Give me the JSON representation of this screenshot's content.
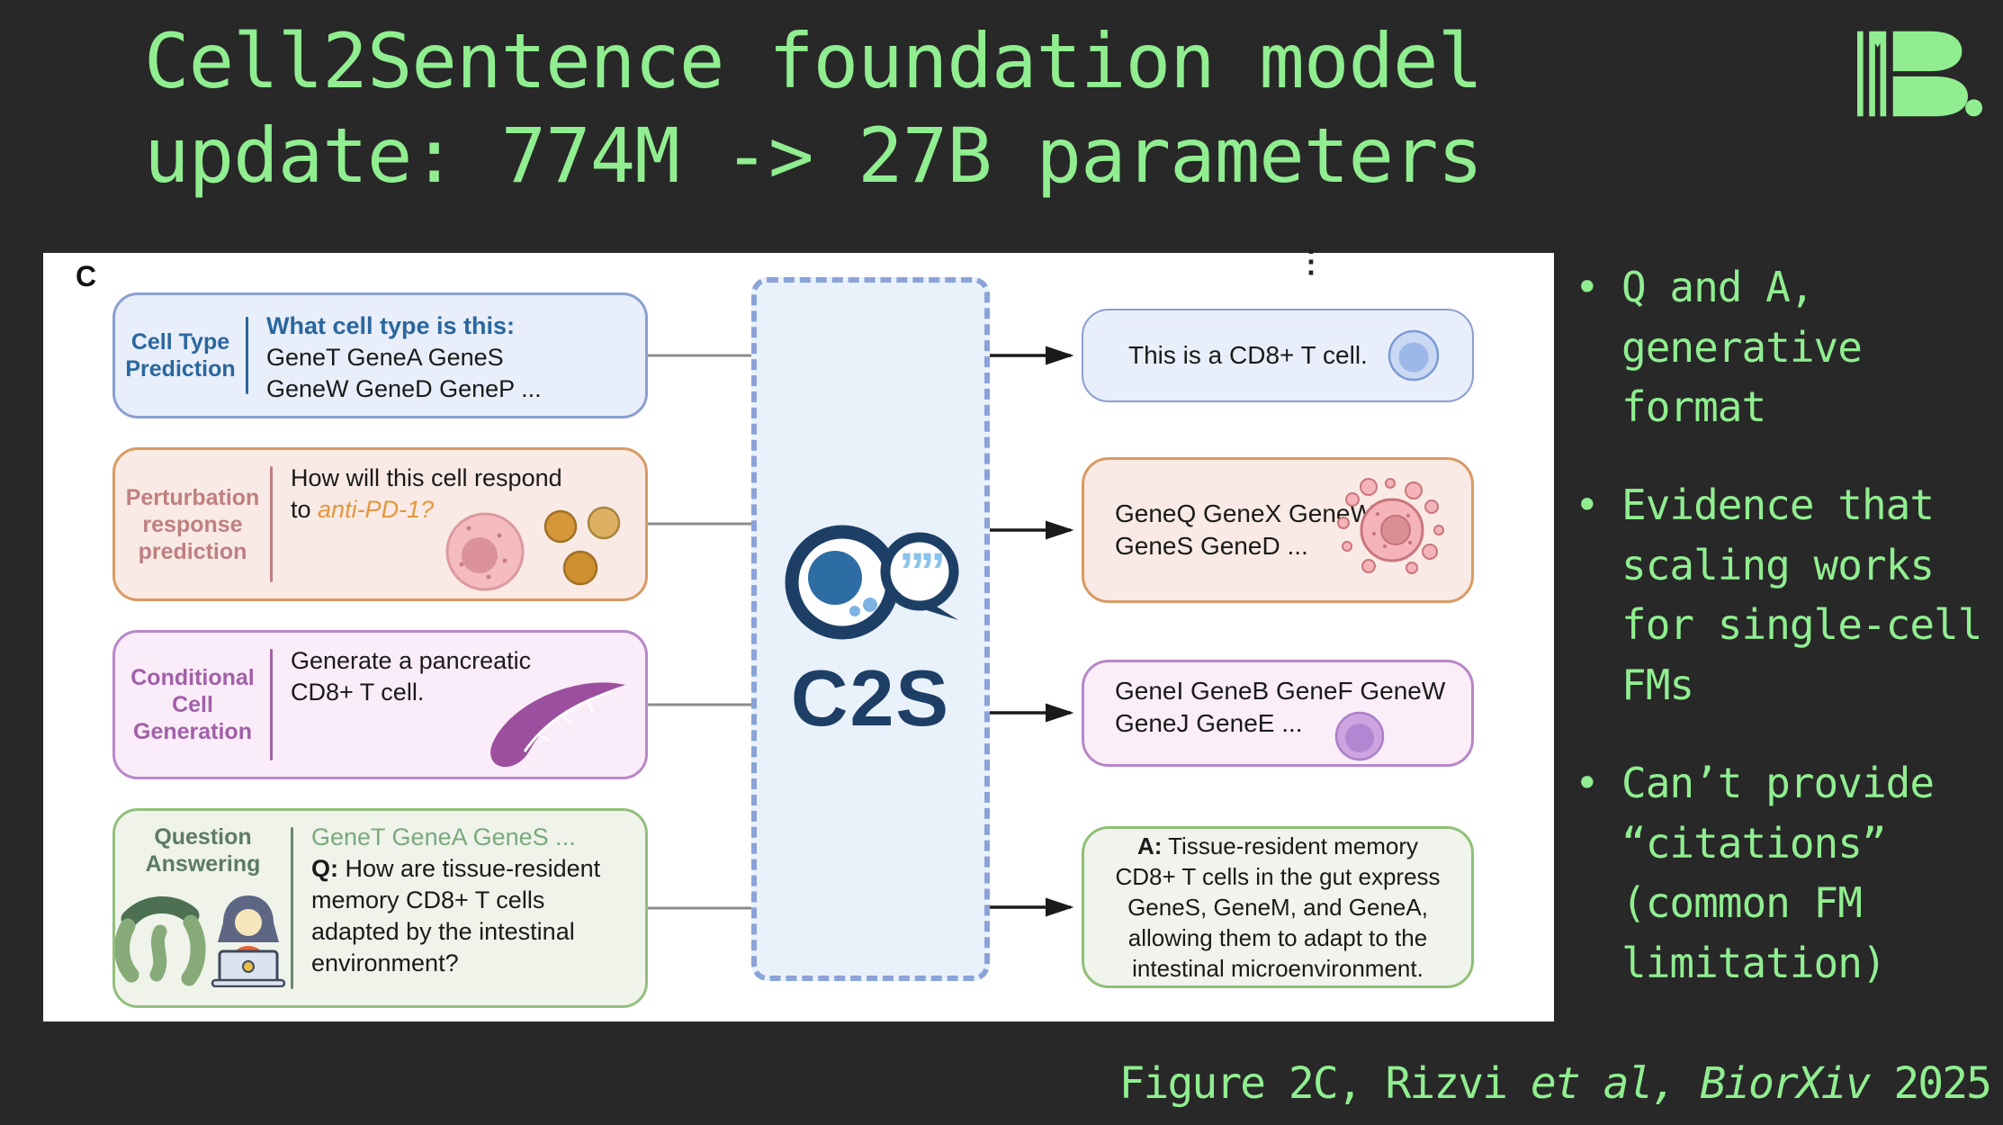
{
  "colors": {
    "background": "#282828",
    "accent_green": "#90EE90",
    "navy": "#1d3f66",
    "cell_type_blue": "#2a679e",
    "perturbation_rose": "#bf7f81",
    "anti_pd1_orange": "#e2973b",
    "generation_purple": "#a160a8",
    "qa_green": "#5d7a68"
  },
  "header": {
    "title": "Cell2Sentence foundation model\nupdate: 774M -> 27B parameters"
  },
  "figure": {
    "panel_label": "C",
    "ellipsis": "⋮",
    "model_name": "C2S",
    "inputs": [
      {
        "label": "Cell Type\nPrediction",
        "heading": "What cell type is this:",
        "body": "GeneT GeneA GeneS\nGeneW GeneD GeneP ..."
      },
      {
        "label": "Perturbation\nresponse\nprediction",
        "question_prefix": "How will this cell respond\nto ",
        "question_highlight": "anti-PD-1?"
      },
      {
        "label": "Conditional\nCell\nGeneration",
        "body": "Generate a pancreatic\nCD8+ T cell."
      },
      {
        "label": "Question\nAnswering",
        "gene_line": "GeneT GeneA GeneS ...",
        "q_label": "Q:",
        "q_text": " How are tissue-resident\nmemory CD8+ T cells\nadapted by the intestinal\nenvironment?"
      }
    ],
    "outputs": [
      {
        "text": "This is a CD8+ T cell."
      },
      {
        "text": "GeneQ GeneX GeneW\nGeneS GeneD ..."
      },
      {
        "text": "GeneI GeneB GeneF GeneW\nGeneJ GeneE ..."
      },
      {
        "a_label": "A:",
        "a_text": " Tissue-resident memory\nCD8+ T cells in the gut express\nGeneS, GeneM, and GeneA,\nallowing them to adapt to the\nintestinal microenvironment."
      }
    ]
  },
  "bullets": [
    {
      "marker": "•",
      "text": "Q and A,\ngenerative\nformat"
    },
    {
      "marker": "•",
      "text": "Evidence that\nscaling works\nfor single-cell\nFMs"
    },
    {
      "marker": "•",
      "text": "Can’t provide\n“citations”\n(common FM\nlimitation)"
    }
  ],
  "citation": {
    "prefix": "Figure 2C, Rizvi ",
    "italic": "et al, BiorXiv",
    "suffix": " 2025"
  }
}
